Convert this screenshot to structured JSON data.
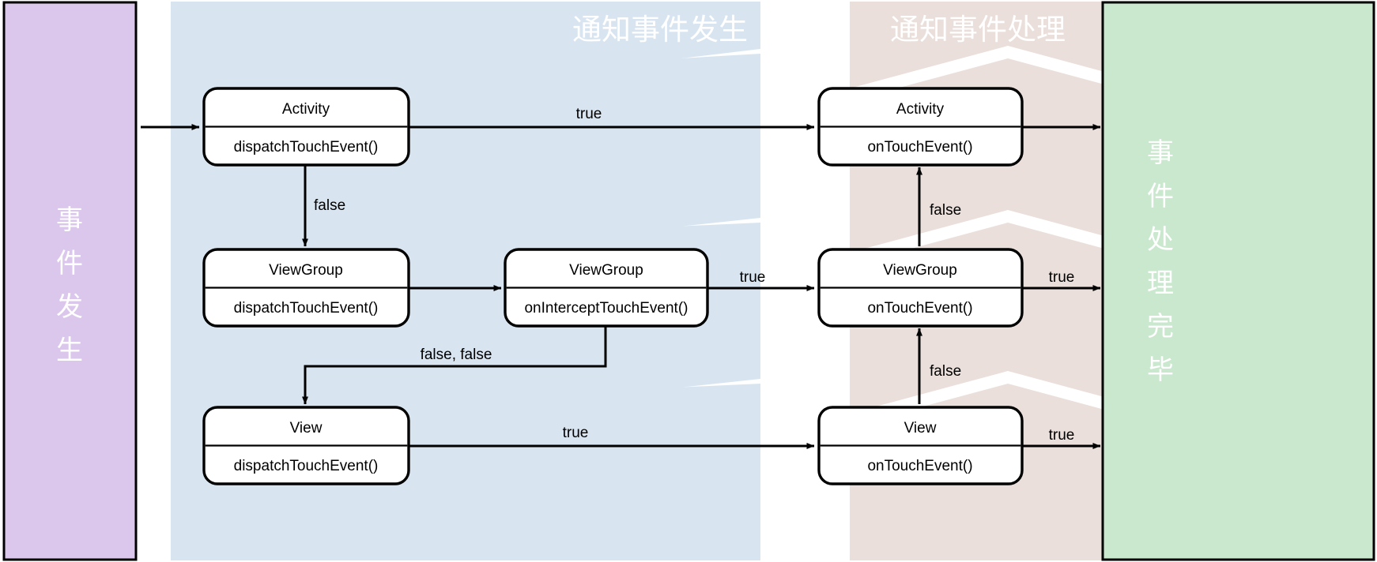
{
  "diagram": {
    "title_left_panel": "事件发生",
    "title_right_panel": "事件处理完毕",
    "phase_dispatch": "通知事件发生",
    "phase_handle": "通知事件处理",
    "colors": {
      "panel_start": "#dbc7ec",
      "panel_end": "#c9e8ce",
      "band_dispatch": "#d8e5f1",
      "band_handle": "#eadfda",
      "node_fill": "#ffffff",
      "stroke": "#000000"
    },
    "start_panel_chars": [
      "事",
      "件",
      "发",
      "生"
    ],
    "end_panel_chars": [
      "事",
      "件",
      "处",
      "理",
      "完",
      "毕"
    ],
    "nodes": {
      "dispatch_activity": {
        "title": "Activity",
        "method": "dispatchTouchEvent()"
      },
      "dispatch_viewgroup": {
        "title": "ViewGroup",
        "method": "dispatchTouchEvent()"
      },
      "intercept_viewgroup": {
        "title": "ViewGroup",
        "method": "onInterceptTouchEvent()"
      },
      "dispatch_view": {
        "title": "View",
        "method": "dispatchTouchEvent()"
      },
      "handle_activity": {
        "title": "Activity",
        "method": "onTouchEvent()"
      },
      "handle_viewgroup": {
        "title": "ViewGroup",
        "method": "onTouchEvent()"
      },
      "handle_view": {
        "title": "View",
        "method": "onTouchEvent()"
      }
    },
    "edges": {
      "activity_to_onTouch": "true",
      "activity_false_down": "false",
      "viewgroup_intercept_true": "true",
      "intercept_false_false": "false, false",
      "view_dispatch_true": "true",
      "handle_view_false_up": "false",
      "handle_viewgroup_false_up": "false",
      "handle_viewgroup_true_out": "true",
      "handle_view_true_out": "true"
    }
  }
}
